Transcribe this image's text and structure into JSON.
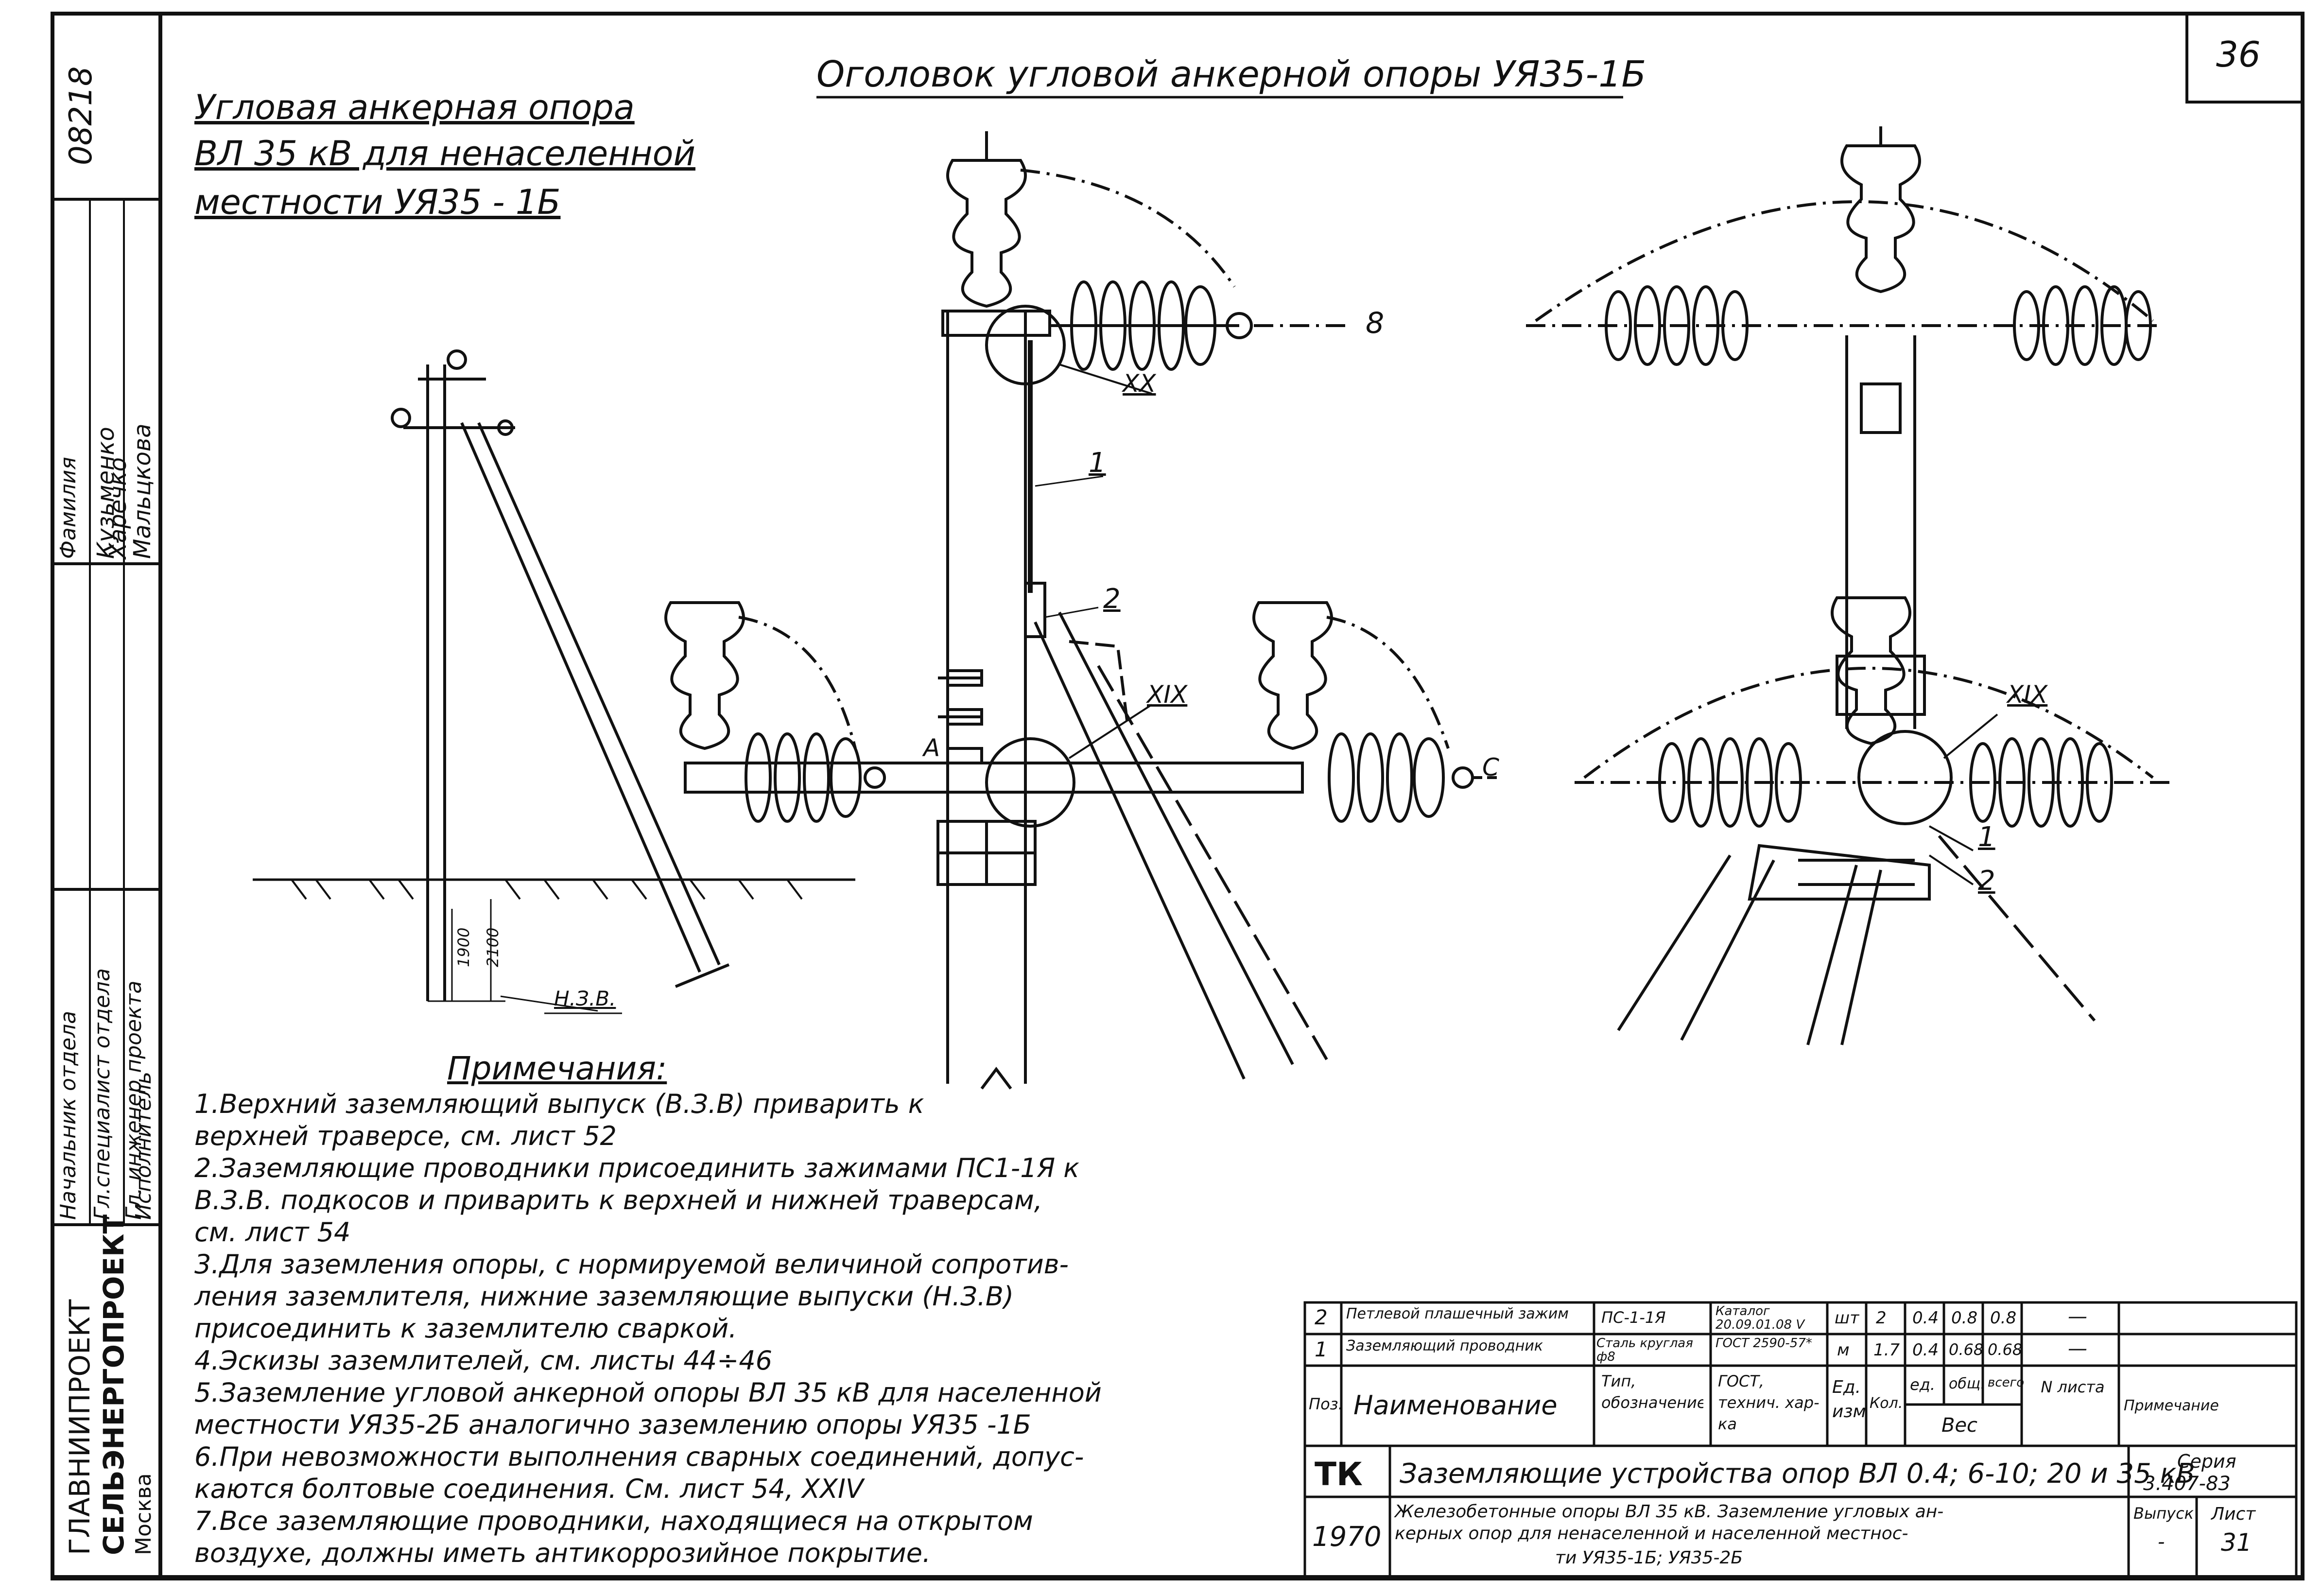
{
  "sheet_number": "36",
  "side_code": "08218",
  "header_title": "Оголовок угловой анкерной опоры УЯ35-1Б",
  "subtitle_lines": [
    "Угловая анкерная опора",
    "ВЛ 35 кВ для ненаселенной",
    "местности  УЯ35 - 1Б"
  ],
  "callouts": {
    "b": "8",
    "xx": "XX",
    "xix_1": "XIX",
    "xix_2": "XIX",
    "n1": "1",
    "n2": "2",
    "n1b": "1",
    "n2b": "2",
    "a": "A",
    "c": "C",
    "hzv": "Н.З.В.",
    "dim1900": "1900",
    "dim2100": "2100"
  },
  "notes_title": "Примечания:",
  "notes": [
    "1.Верхний заземляющий выпуск (В.З.В) приварить к",
    "верхней траверсе, см. лист 52",
    "2.Заземляющие проводники присоединить зажимами ПС1-1Я к",
    "В.З.В. подкосов и приварить к верхней и нижней траверсам,",
    "см. лист 54",
    "3.Для заземления опоры, с нормируемой величиной сопротив-",
    "ления заземлителя, нижние заземляющие выпуски (Н.З.В)",
    "присоединить к заземлителю сваркой.",
    "4.Эскизы заземлителей, см. листы 44÷46",
    "5.Заземление угловой анкерной опоры ВЛ 35 кВ для населенной",
    "местности УЯ35-2Б аналогично заземлению опоры УЯ35 -1Б",
    "6.При невозможности выполнения сварных соединений, допус-",
    "каются болтовые соединения. См. лист 54, XXIV",
    "7.Все заземляющие проводники, находящиеся на открытом",
    "воздухе, должны иметь антикоррозийное покрытие."
  ],
  "left_stamp": {
    "roles": [
      "Начальник отдела",
      "Гл.специалист отдела",
      "Гл. инженер проекта",
      "Исполнитель"
    ],
    "names": [
      "Кузьменко",
      "Харечко",
      "Мальцкова"
    ],
    "name_header": "Фамилия",
    "org_1": "ГЛАВНИИПРОЕКТ",
    "org_2": "СЕЛЬЭНЕРГОПРОЕКТ",
    "city": "Москва"
  },
  "spec_table": {
    "rows": [
      {
        "pos": "2",
        "name": "Петлевой плашечный зажим",
        "type": "ПС-1-1Я",
        "std": "Каталог 20.09.01.08 V",
        "unit": "шт",
        "qty": "2",
        "w_unit": "0.4",
        "w_total": "0.8",
        "w_all": "0.8",
        "sheet": "—",
        "note": ""
      },
      {
        "pos": "1",
        "name": "Заземляющий проводник",
        "type": "Сталь круглая ф8",
        "std": "ГОСТ 2590-57*",
        "unit": "м",
        "qty": "1.7",
        "w_unit": "0.4",
        "w_total": "0.68",
        "w_all": "0.68",
        "sheet": "—",
        "note": ""
      }
    ],
    "header": {
      "pos": "Поз.",
      "name": "Наименование",
      "type": "Тип, обозначение",
      "std": "ГОСТ, технич. хар-ка",
      "unit": "Ед. изм.",
      "qty": "Кол.",
      "w_unit": "ед.",
      "w_total": "общ.",
      "w_all": "всего",
      "weight": "Вес",
      "sheet": "N листа",
      "note": "Примечание"
    }
  },
  "title_block": {
    "tk": "ТК",
    "year": "1970",
    "title": "Заземляющие устройства опор ВЛ 0.4; 6-10; 20 и 35 кВ",
    "desc_1": "Железобетонные опоры ВЛ 35 кВ. Заземление угловых ан-",
    "desc_2": "керных опор для ненаселенной и населенной местнос-",
    "desc_3": "ти УЯ35-1Б; УЯ35-2Б",
    "series_label": "Серия",
    "series": "3.407-83",
    "vypusk_label": "Выпуск",
    "vypusk": "-",
    "list_label": "Лист",
    "list": "31"
  },
  "colors": {
    "ink": "#111111",
    "paper": "#ffffff"
  }
}
